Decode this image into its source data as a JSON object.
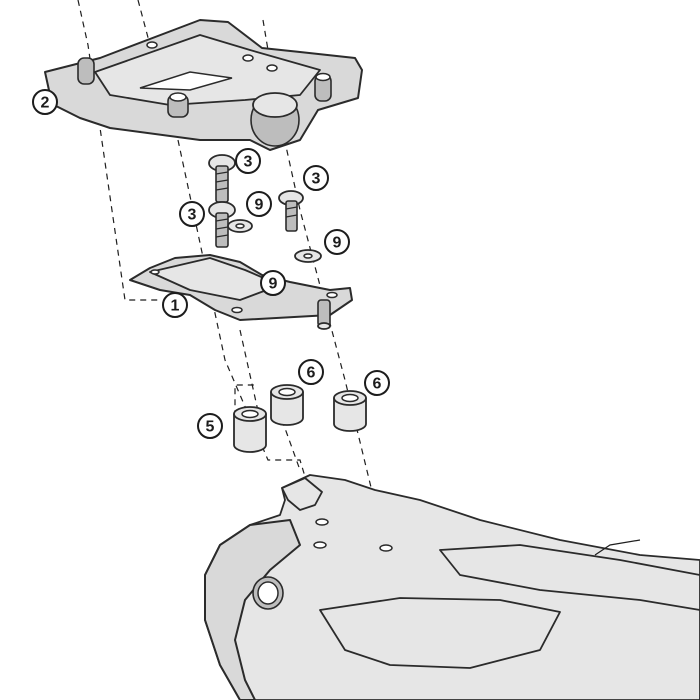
{
  "callouts": {
    "c1": "1",
    "c2": "2",
    "c3a": "3",
    "c3b": "3",
    "c3c": "3",
    "c5": "5",
    "c6a": "6",
    "c6b": "6",
    "c9a": "9",
    "c9b": "9",
    "c9c": "9"
  },
  "colors": {
    "part_fill": "#d9d9d9",
    "outline": "#2b2b2b",
    "background": "#ffffff"
  }
}
